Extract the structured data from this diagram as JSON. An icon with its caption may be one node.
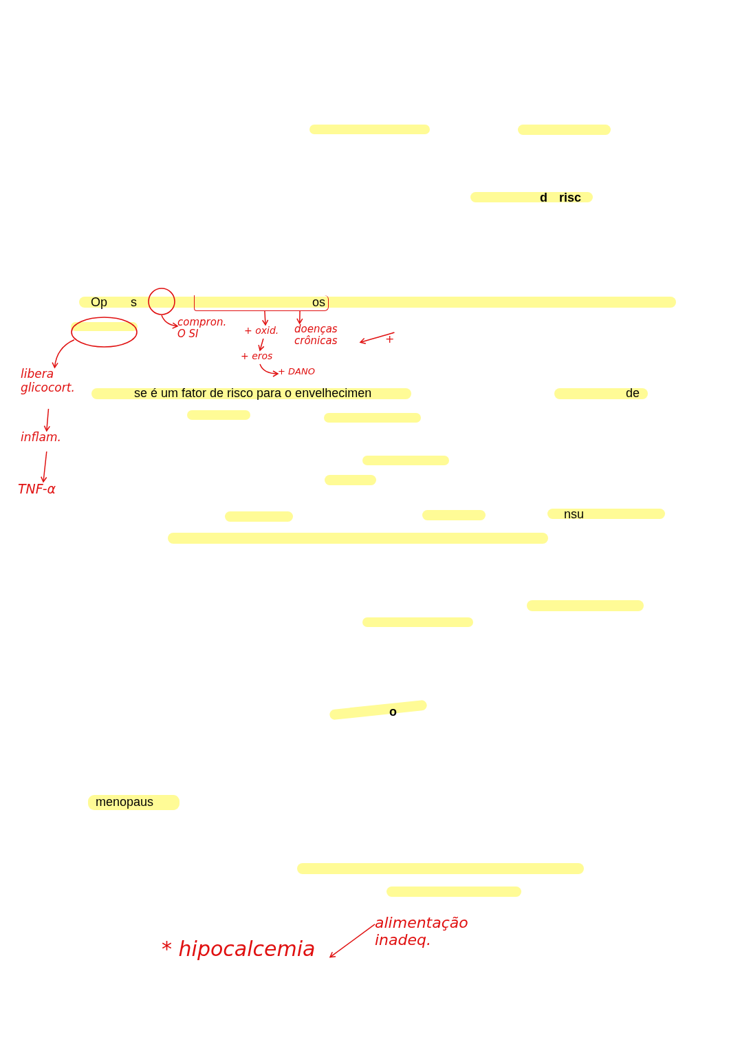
{
  "diagram": {
    "nodes": [
      {
        "text": [],
        "shape": "circle"
      },
      {
        "text": [
          "compron.",
          "O SI"
        ]
      },
      {
        "text": [
          "os"
        ]
      },
      {
        "text": [
          "+ oxid."
        ]
      },
      {
        "text": [
          "+ eros"
        ]
      },
      {
        "text": [
          "+ DANO"
        ]
      },
      {
        "text": [
          "doenças crônicas"
        ]
      },
      {
        "text": [
          "+"
        ]
      },
      {
        "text": [],
        "shape": "ellipse"
      },
      {
        "text": [
          "libera glicocort."
        ]
      },
      {
        "text": [
          "inflam."
        ]
      },
      {
        "text": [
          "TNF-α"
        ]
      },
      {
        "text": [
          "* hipocalcemia"
        ]
      },
      {
        "text": [
          "alimentação inadeq."
        ]
      }
    ],
    "edges": [
      {
        "from": 0,
        "to": 1,
        "arrow": "to"
      },
      {
        "from": 2,
        "to": 3,
        "arrow": "to"
      },
      {
        "from": 2,
        "to": 6,
        "arrow": "to"
      },
      {
        "from": 3,
        "to": 4,
        "arrow": "to"
      },
      {
        "from": 4,
        "to": 5,
        "arrow": "to"
      },
      {
        "from": 7,
        "to": 6,
        "arrow": "to"
      },
      {
        "from": 8,
        "to": 9,
        "arrow": "to"
      },
      {
        "from": 9,
        "to": 10,
        "arrow": "to"
      },
      {
        "from": 10,
        "to": 11,
        "arrow": "to"
      },
      {
        "from": 13,
        "to": 12,
        "arrow": "to"
      }
    ],
    "labels": [
      "d",
      "risc",
      "Op",
      "s",
      "se é um fator de risco para o envelhecimen",
      "de",
      "nsu",
      "o",
      "menopaus"
    ]
  }
}
